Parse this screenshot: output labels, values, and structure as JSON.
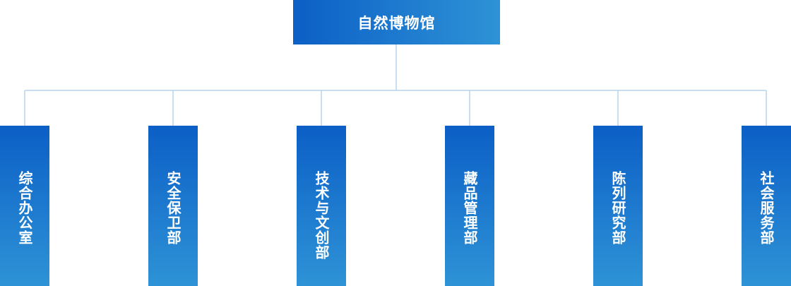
{
  "org_chart": {
    "root": {
      "label": "自然博物馆"
    },
    "departments": [
      {
        "label": "综合办公室"
      },
      {
        "label": "安全保卫部"
      },
      {
        "label": "技术与文创部"
      },
      {
        "label": "藏品管理部"
      },
      {
        "label": "陈列研究部"
      },
      {
        "label": "社会服务部"
      }
    ]
  },
  "colors": {
    "box_gradient_start": "#0c5fc6",
    "box_gradient_end": "#2e93d6",
    "connector": "#b9d3ee",
    "text": "#ffffff"
  }
}
